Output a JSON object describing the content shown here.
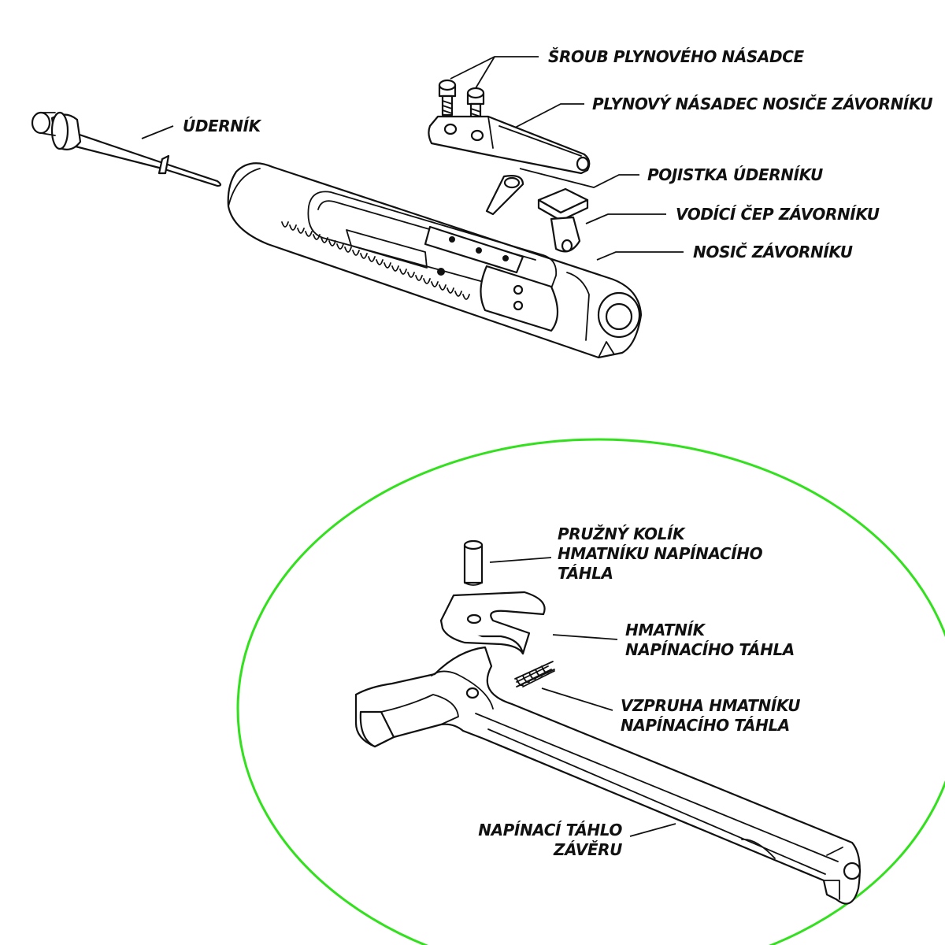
{
  "colors": {
    "ink": "#111111",
    "accent_ring": "#33e01e",
    "background": "#ffffff"
  },
  "upper_assembly": {
    "labels": {
      "gas_key_screws": "ŠROUB PLYNOVÉHO NÁSADCE",
      "gas_key": "PLYNOVÝ NÁSADEC NOSIČE ZÁVORNÍKU",
      "firing_pin": "ÚDERNÍK",
      "firing_pin_retainer": "POJISTKA ÚDERNÍKU",
      "cam_pin": "VODÍCÍ ČEP ZÁVORNÍKU",
      "bolt_carrier": "NOSIČ ZÁVORNÍKU"
    }
  },
  "charging_handle_assembly": {
    "labels": {
      "roll_pin": [
        "PRUŽNÝ KOLÍK",
        "HMATNÍKU NAPÍNACÍHO",
        "TÁHLA"
      ],
      "latch": [
        "HMATNÍK",
        "NAPÍNACÍHO TÁHLA"
      ],
      "latch_spring": [
        "VZPRUHA HMATNÍKU",
        "NAPÍNACÍHO TÁHLA"
      ],
      "charging_handle": [
        "NAPÍNACÍ TÁHLO",
        "ZÁVĚRU"
      ]
    }
  }
}
